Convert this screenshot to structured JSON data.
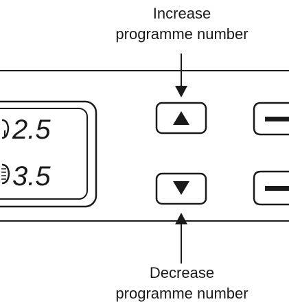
{
  "captions": {
    "increase_line1": "Increase",
    "increase_line2": "programme number",
    "decrease_line1": "Decrease",
    "decrease_line2": "programme number"
  },
  "display": {
    "row1_value": "2.5",
    "row2_value": "3.5"
  },
  "buttons": {
    "up_symbol": "▲",
    "down_symbol": "▼"
  },
  "colors": {
    "ink": "#1a1a1a",
    "background": "#ffffff"
  },
  "icons": [
    "arrow-up-icon",
    "arrow-down-icon",
    "minus-icon"
  ]
}
